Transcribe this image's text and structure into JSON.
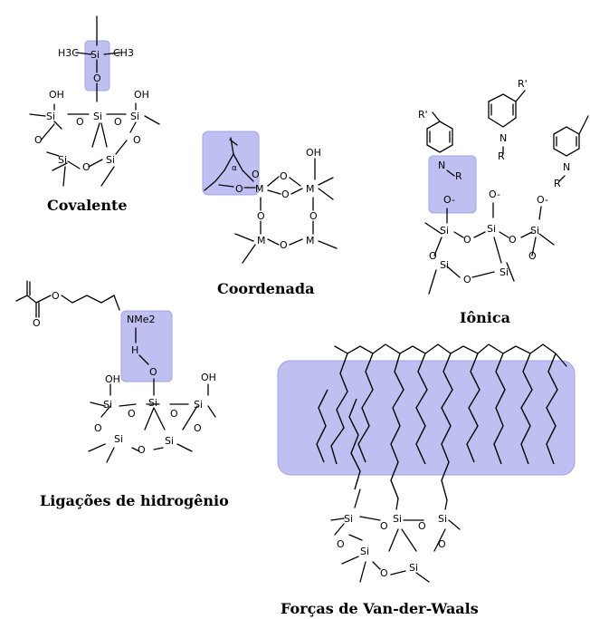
{
  "labels": {
    "covalente": "Covalente",
    "coordenada": "Coordenada",
    "ionica": "Iônica",
    "hidrogenio": "Ligações de hidrogênio",
    "vanderwaals": "Forças de Van-der-Waals"
  },
  "atoms": {
    "si": "Si",
    "o": "O",
    "oh": "OH",
    "h3c": "H3C",
    "ch3": "CH3",
    "m": "M",
    "n": "N",
    "r": "R",
    "r_prime": "R'",
    "o_minus": "O-",
    "nme2": "NMe2",
    "h": "H",
    "alpha": "α"
  },
  "colors": {
    "highlight": "#b4b4f0",
    "ink": "#000000"
  }
}
